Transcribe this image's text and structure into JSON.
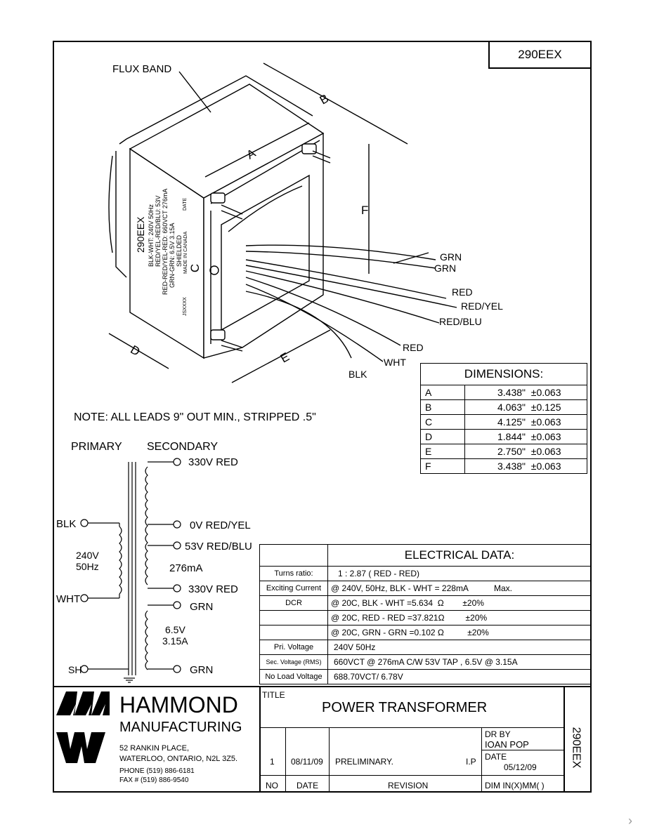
{
  "part_number": "290EEX",
  "drawing": {
    "flux_band": "FLUX BAND",
    "labels": {
      "A": "A",
      "B": "B",
      "C": "C",
      "D": "D",
      "E": "E",
      "F": "F"
    },
    "leads": [
      "GRN",
      "GRN",
      "RED",
      "RED/YEL",
      "RED/BLU",
      "RED",
      "WHT",
      "BLK"
    ],
    "body_text": [
      "290EEX",
      "BLK-WHT: 240V 50Hz",
      "RED/YEL-RED/BLU: 53V",
      "RED-RED/YEL-RED: 660VCT 276mA",
      "GRN-GRN: 6.5V 3.15A",
      "SHIELDED",
      "MADE IN CANADA",
      "JSXXXX",
      "DATE"
    ],
    "note": "NOTE:  ALL LEADS 9\" OUT MIN., STRIPPED .5\""
  },
  "dimensions": {
    "title": "DIMENSIONS:",
    "rows": [
      {
        "label": "A",
        "value": "3.438\"",
        "tol": "±0.063"
      },
      {
        "label": "B",
        "value": "4.063\"",
        "tol": "±0.125"
      },
      {
        "label": "C",
        "value": "4.125\"",
        "tol": "±0.063"
      },
      {
        "label": "D",
        "value": "1.844\"",
        "tol": "±0.063"
      },
      {
        "label": "E",
        "value": "2.750\"",
        "tol": "±0.063"
      },
      {
        "label": "F",
        "value": "3.438\"",
        "tol": "±0.063"
      }
    ]
  },
  "schematic": {
    "primary": "PRIMARY",
    "secondary": "SECONDARY",
    "blk": "BLK",
    "wht": "WHT",
    "sh": "SH",
    "pri_voltage": "240V",
    "pri_freq": "50Hz",
    "sec_330_top": "330V  RED",
    "sec_0v": "0V RED/YEL",
    "sec_53v": "53V RED/BLU",
    "sec_current": "276mA",
    "sec_330_bot": "330V  RED",
    "grn_top": "GRN",
    "fil_v": "6.5V",
    "fil_a": "3.15A",
    "grn_bot": "GRN"
  },
  "electrical": {
    "title": "ELECTRICAL DATA:",
    "rows": [
      {
        "label": "Turns ratio:",
        "value": "1 : 2.87 ( RED - RED)"
      },
      {
        "label": "Exciting Current",
        "value": "@ 240V, 50Hz, BLK - WHT = 228mA           Max."
      },
      {
        "label": "DCR",
        "value": "@ 20C, BLK - WHT =5.634  Ω        ±20%"
      },
      {
        "label": "",
        "value": "@ 20C, RED - RED =37.821Ω         ±20%"
      },
      {
        "label": "",
        "value": "@ 20C, GRN - GRN =0.102 Ω          ±20%"
      },
      {
        "label": "Pri. Voltage",
        "value": "240V 50Hz"
      },
      {
        "label": "Sec. Voltage (RMS)",
        "value": "660VCT @ 276mA C/W 53V TAP , 6.5V @ 3.15A"
      },
      {
        "label": "No Load Voltage",
        "value": "688.70VCT/ 6.78V"
      }
    ]
  },
  "title_block": {
    "company": "HAMMOND",
    "company2": "MANUFACTURING",
    "address1": "52 RANKIN PLACE,",
    "address2": "WATERLOO, ONTARIO, N2L 3Z5.",
    "phone": "PHONE (519) 886-6181",
    "fax": "FAX # (519) 886-9540",
    "title_label": "TITLE",
    "title": "POWER TRANSFORMER",
    "dr_by_label": "DR BY",
    "dr_by": "IOAN POP",
    "date_label": "DATE",
    "date": "05/12/09",
    "rev_no": "1",
    "rev_date": "08/11/09",
    "rev_desc": "PRELIMINARY.",
    "rev_by": "I.P",
    "col_no": "NO",
    "col_date": "DATE",
    "col_rev": "REVISION",
    "col_dim": "DIM IN(X)MM( )",
    "side_part": "290EEX"
  }
}
